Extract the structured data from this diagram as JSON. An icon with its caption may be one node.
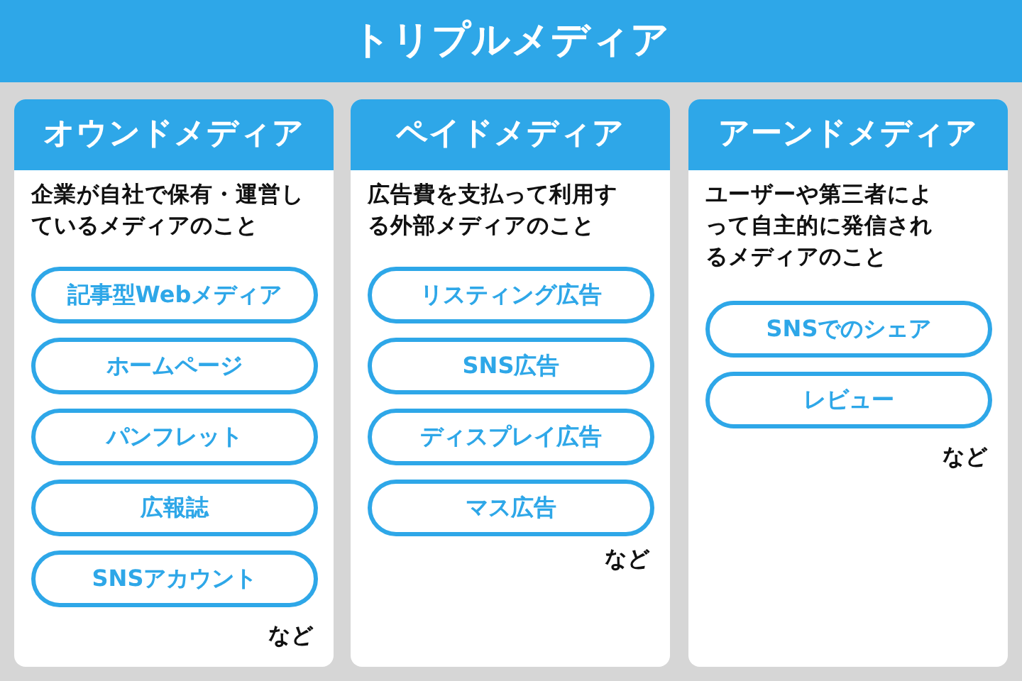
{
  "diagram": {
    "title": "トリプルメディア",
    "nodes": [
      {
        "text": [
          "オウンドメディア",
          "企業が自社で保有・運営しているメディアのこと",
          "など"
        ]
      },
      {
        "text": [
          "記事型Webメディア"
        ],
        "in": 0
      },
      {
        "text": [
          "ホームページ"
        ],
        "in": 0
      },
      {
        "text": [
          "パンフレット"
        ],
        "in": 0
      },
      {
        "text": [
          "広報誌"
        ],
        "in": 0
      },
      {
        "text": [
          "SNSアカウント"
        ],
        "in": 0
      },
      {
        "text": [
          "ペイドメディア",
          "広告費を支払って利用する外部メディアのこと",
          "など"
        ]
      },
      {
        "text": [
          "リスティング広告"
        ],
        "in": 6
      },
      {
        "text": [
          "SNS広告"
        ],
        "in": 6
      },
      {
        "text": [
          "ディスプレイ広告"
        ],
        "in": 6
      },
      {
        "text": [
          "マス広告"
        ],
        "in": 6
      },
      {
        "text": [
          "アーンドメディア",
          "ユーザーや第三者によって自主的に発信されるメディアのこと",
          "など"
        ]
      },
      {
        "text": [
          "SNSでのシェア"
        ],
        "in": 11
      },
      {
        "text": [
          "レビュー"
        ],
        "in": 11
      }
    ]
  }
}
